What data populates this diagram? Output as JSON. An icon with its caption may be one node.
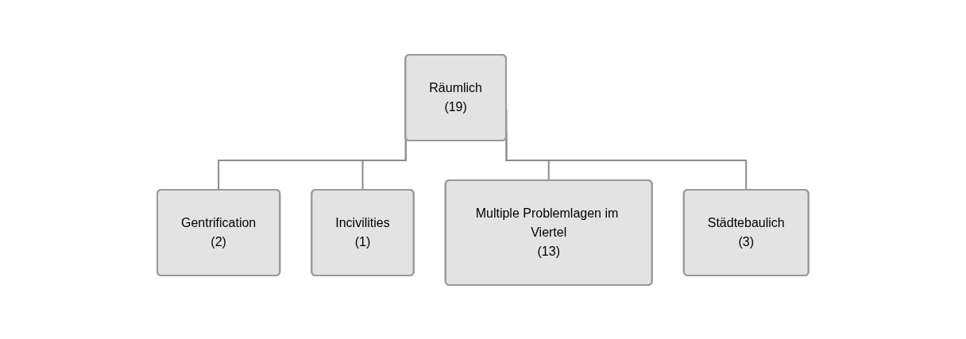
{
  "diagram": {
    "nodes": [
      {
        "text": [
          "Räumlich",
          "(19)"
        ]
      },
      {
        "text": [
          "Gentrification",
          "(2)"
        ]
      },
      {
        "text": [
          "Incivilities",
          "(1)"
        ]
      },
      {
        "text": [
          "Multiple Problemlagen im Viertel",
          "(13)"
        ]
      },
      {
        "text": [
          "Städtebaulich",
          "(3)"
        ]
      }
    ],
    "edges": [
      {
        "from": 0,
        "to": 1,
        "arrow": "none"
      },
      {
        "from": 0,
        "to": 2,
        "arrow": "none"
      },
      {
        "from": 0,
        "to": 3,
        "arrow": "none"
      },
      {
        "from": 0,
        "to": 4,
        "arrow": "none"
      }
    ]
  }
}
